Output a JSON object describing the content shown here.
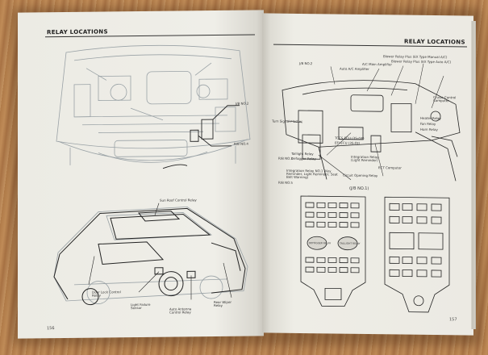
{
  "left_page": {
    "header": "RELAY LOCATIONS",
    "page_number": "156",
    "labels": {
      "jb2": "J/B NO.2",
      "rb4": "R/B NO.4",
      "sunroof": "Sun Roof Control Relay",
      "door_lock": "Door Lock Control Relay",
      "light_failure": "Light Failure Sensor",
      "auto_antenna": "Auto Antenna Control Relay",
      "rear_wiper": "Rear Wiper Relay"
    }
  },
  "right_page": {
    "header": "RELAY LOCATIONS",
    "page_number": "157",
    "labels": {
      "jb2": "J/B NO.2",
      "auto_ac_amp": "Auto A/C Amplifier",
      "ac_main_amp": "A/C Main Amplifier",
      "blower_plus": "Blower Relay Plus (EX Type Manual A/C)",
      "blower_plus2": "Blower Relay Plus (EX Type Auto A/C)",
      "cruise": "Cruise Control Computer",
      "turn_flasher": "Turn Signal Flasher",
      "taillight": "Taillight Relay",
      "defogger": "Defogger Relay",
      "tccs": "TCCS ECU (3S-GE)",
      "efi": "EFI ECU (3S-FE)",
      "integration": "Integration Relay (Light Reminder)",
      "integration2": "Integration Relay NO.1 (Key Reminder, Light Reminder, Seat Belt Warning)",
      "ect": "ECT Computer",
      "circuit_opening": "Circuit Opening Relay",
      "rb3": "R/B NO.3",
      "rb5": "R/B NO.5",
      "jb1": "J/B NO.1",
      "jb1_title": "(J/B NO.1)",
      "defogger_relay": "DEFOGGER RELAY",
      "taillight_relay": "TAILLIGHT RELAY",
      "heater": "Heater Relay",
      "fan": "Fan Relay",
      "horn": "Horn Relay"
    }
  }
}
